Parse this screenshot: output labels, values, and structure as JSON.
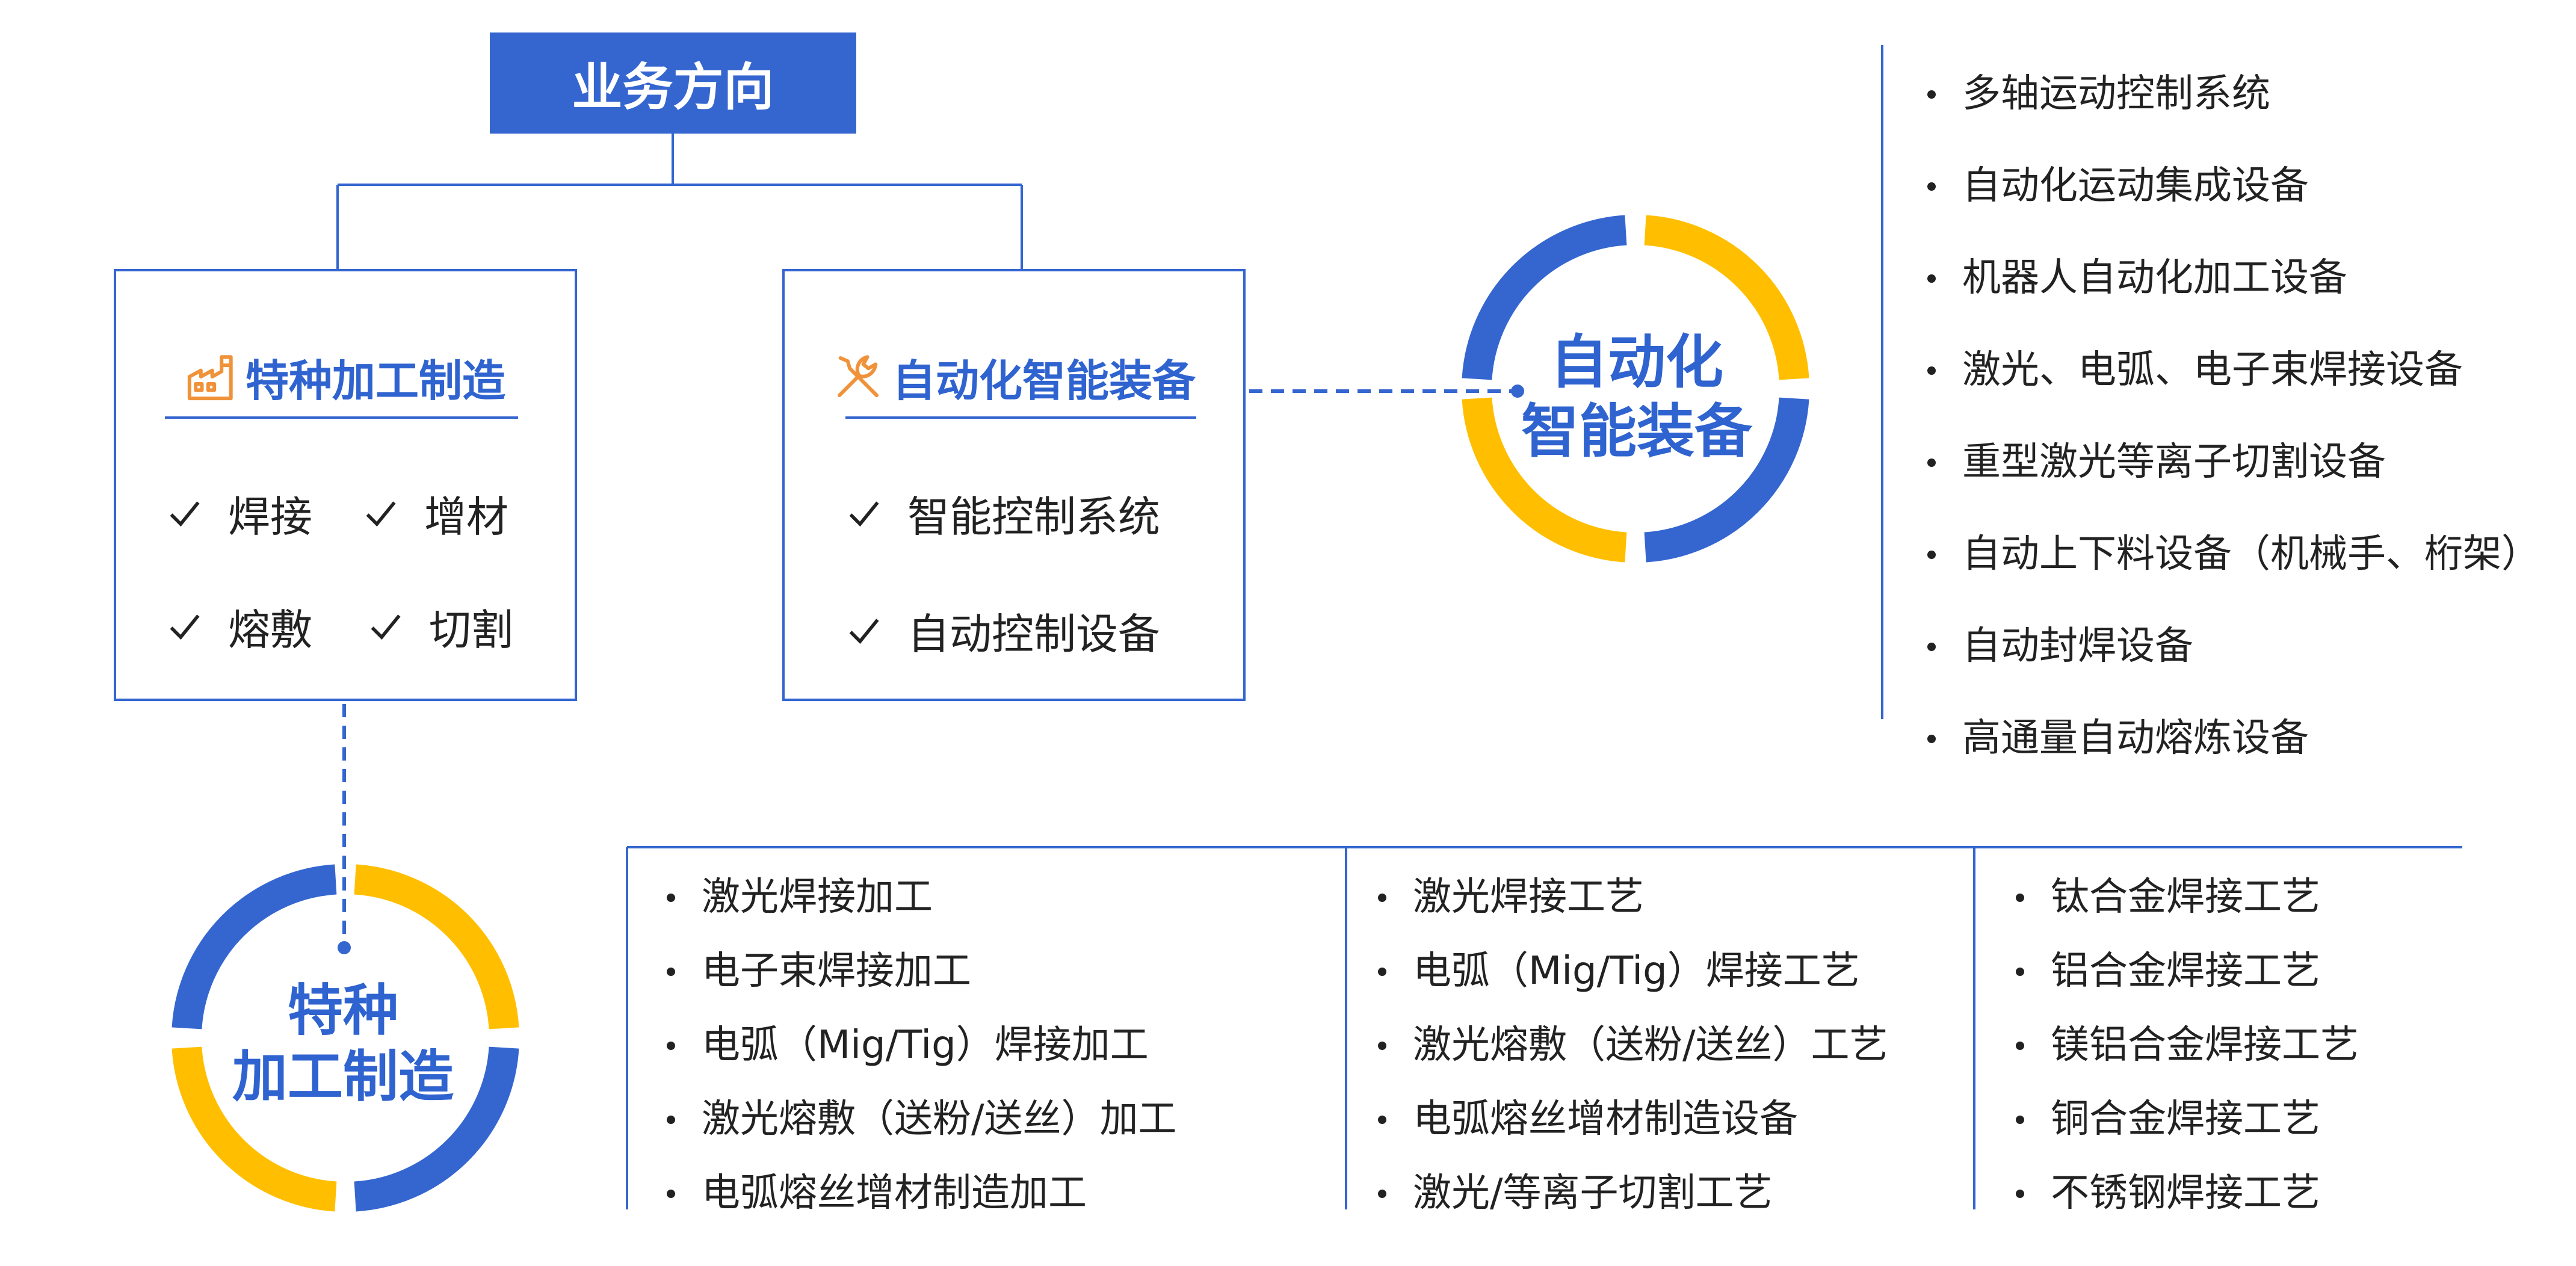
{
  "title": "业务方向",
  "left_box": {
    "icon": "factory-icon",
    "heading": "特种加工制造",
    "items": [
      "焊接",
      "增材",
      "熔敷",
      "切割"
    ]
  },
  "mid_box": {
    "icon": "wrench-screwdriver-icon",
    "heading": "自动化智能装备",
    "items": [
      "智能控制系统",
      "自动控制设备"
    ]
  },
  "ring_auto": {
    "line1": "自动化",
    "line2": "智能装备"
  },
  "ring_special": {
    "line1": "特种",
    "line2": "加工制造"
  },
  "auto_list": [
    "多轴运动控制系统",
    "自动化运动集成设备",
    "机器人自动化加工设备",
    "激光、电弧、电子束焊接设备",
    "重型激光等离子切割设备",
    "自动上下料设备（机械手、桁架）",
    "自动封焊设备",
    "高通量自动熔炼设备"
  ],
  "process_col1": [
    "激光焊接加工",
    "电子束焊接加工",
    "电弧（Mig/Tig）焊接加工",
    "激光熔敷（送粉/送丝）加工",
    "电弧熔丝增材制造加工"
  ],
  "process_col2": [
    "激光焊接工艺",
    "电弧（Mig/Tig）焊接工艺",
    "激光熔敷（送粉/送丝）工艺",
    "电弧熔丝增材制造设备",
    "激光/等离子切割工艺"
  ],
  "process_col3": [
    "钛合金焊接工艺",
    "铝合金焊接工艺",
    "镁铝合金焊接工艺",
    "铜合金焊接工艺",
    "不锈钢焊接工艺"
  ],
  "colors": {
    "blue": "#3566d0",
    "yellow": "#ffbf00",
    "orange": "#f0923a",
    "text": "#222222"
  }
}
